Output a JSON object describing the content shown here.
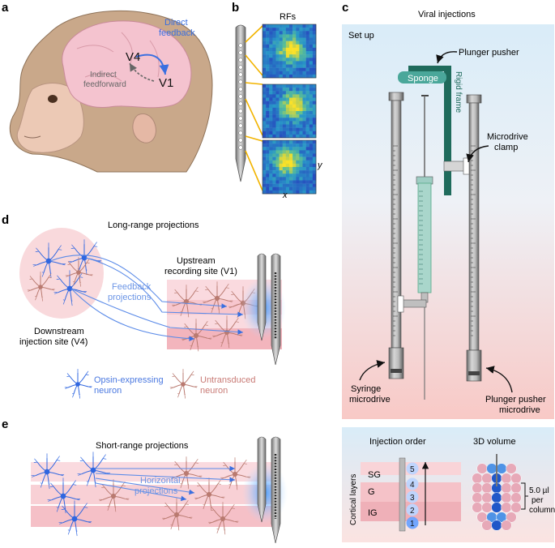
{
  "panel_a": {
    "letter": "a",
    "v4": "V4",
    "v1": "V1",
    "direct_feedback_line1": "Direct",
    "direct_feedback_line2": "feedback",
    "indirect_line1": "Indirect",
    "indirect_line2": "feedforward"
  },
  "panel_b": {
    "letter": "b",
    "title": "RFs",
    "y_label": "y",
    "x_label": "x"
  },
  "panel_c": {
    "letter": "c",
    "title": "Viral injections",
    "setup": "Set up",
    "plunger_pusher": "Plunger pusher",
    "sponge": "Sponge",
    "rigid_frame": "Rigid frame",
    "microdrive_clamp_line1": "Microdrive",
    "microdrive_clamp_line2": "clamp",
    "syringe_microdrive_line1": "Syringe",
    "syringe_microdrive_line2": "microdrive",
    "plunger_microdrive_line1": "Plunger pusher",
    "plunger_microdrive_line2": "microdrive",
    "injection_order": "Injection order",
    "volume_3d": "3D volume",
    "cortical_layers": "Cortical layers",
    "layer_sg": "SG",
    "layer_g": "G",
    "layer_ig": "IG",
    "order_numbers": [
      "5",
      "4",
      "3",
      "2",
      "1"
    ],
    "volume_line1": "5.0 µl",
    "volume_line2": "per",
    "volume_line3": "column"
  },
  "panel_d": {
    "letter": "d",
    "title": "Long-range projections",
    "feedback_line1": "Feedback",
    "feedback_line2": "projections",
    "upstream_line1": "Upstream",
    "upstream_line2": "recording site (V1)",
    "downstream_line1": "Downstream",
    "downstream_line2": "injection site (V4)",
    "opsin_line1": "Opsin-expressing",
    "opsin_line2": "neuron",
    "untransduced_line1": "Untransduced",
    "untransduced_line2": "neuron"
  },
  "panel_e": {
    "letter": "e",
    "title": "Short-range projections",
    "horizontal_line1": "Horizontal",
    "horizontal_line2": "projections"
  },
  "colors": {
    "blue": "#3a6fe0",
    "brain": "#f4c3cf",
    "layer_pink": "#f7cdd2",
    "frame_green": "#1f6b5c",
    "sponge_teal": "#4aa79a"
  }
}
